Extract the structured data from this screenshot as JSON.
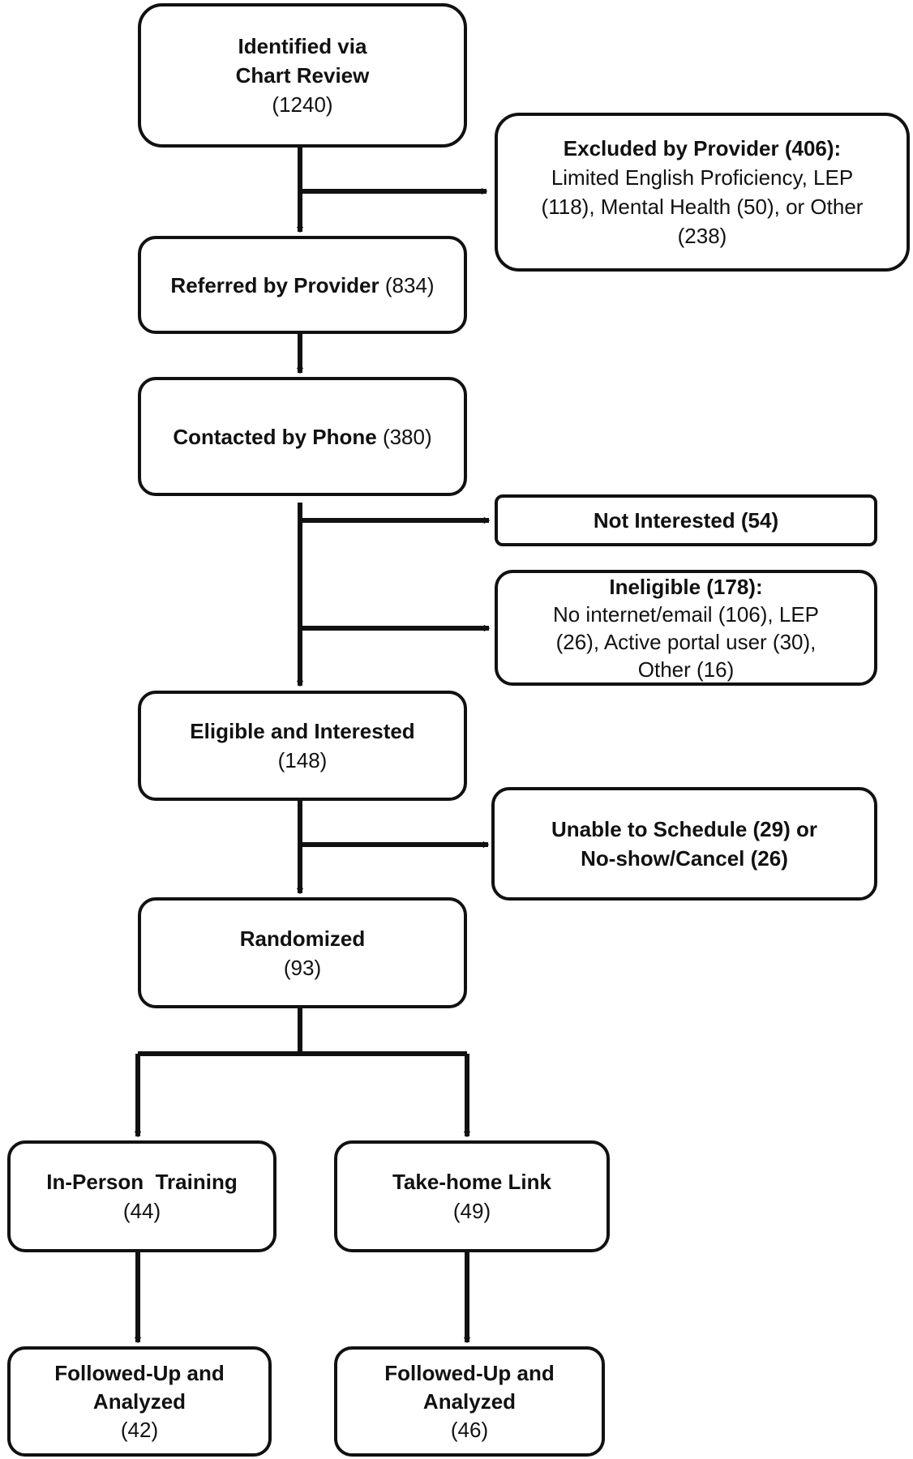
{
  "boxes": {
    "identified": {
      "title_1": "Identified via",
      "title_2": "Chart Review",
      "count": "(1240)"
    },
    "excluded": {
      "title": "Excluded by Provider (406):",
      "detail_1": "Limited English Proficiency, LEP",
      "detail_2": "(118), Mental Health (50), or Other",
      "detail_3": "(238)"
    },
    "referred": {
      "title": "Referred by Provider",
      "count": "(834)"
    },
    "contacted": {
      "title": "Contacted by Phone",
      "count": "(380)"
    },
    "not_interested": {
      "title": "Not Interested (54)"
    },
    "ineligible": {
      "title": "Ineligible (178):",
      "detail_1": "No internet/email (106), LEP",
      "detail_2": "(26), Active portal user (30),",
      "detail_3": "Other (16)"
    },
    "eligible": {
      "title": "Eligible and Interested",
      "count": "(148)"
    },
    "unable": {
      "title_1": "Unable to Schedule (29) or",
      "title_2": "No-show/Cancel (26)"
    },
    "randomized": {
      "title": "Randomized",
      "count": "(93)"
    },
    "in_person": {
      "title": "In-Person  Training",
      "count": "(44)"
    },
    "take_home": {
      "title": "Take-home Link",
      "count": "(49)"
    },
    "followup_left": {
      "title_1": "Followed-Up and",
      "title_2": "Analyzed",
      "count": "(42)"
    },
    "followup_right": {
      "title_1": "Followed-Up and",
      "title_2": "Analyzed",
      "count": "(46)"
    }
  },
  "colors": {
    "stroke": "#111111",
    "background": "#ffffff"
  }
}
